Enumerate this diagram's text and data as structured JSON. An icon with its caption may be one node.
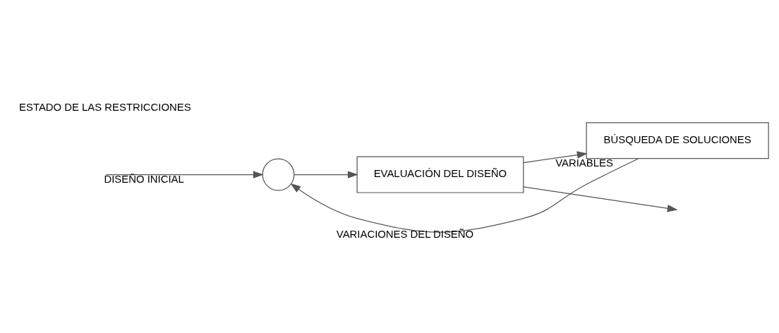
{
  "diagram": {
    "nodes": [
      {
        "text": [],
        "shape": "circle"
      },
      {
        "text": [
          "EVALUACIÓN DEL DISEÑO"
        ]
      },
      {
        "text": [
          "BÚSQUEDA DE SOLUCIONES"
        ]
      }
    ],
    "edges": [
      {
        "from": null,
        "to": 0,
        "arrow": "to",
        "label": "DISEÑO INICIAL"
      },
      {
        "from": 0,
        "to": 1,
        "arrow": "to"
      },
      {
        "from": 1,
        "to": null,
        "arrow": "to"
      },
      {
        "from": 1,
        "to": 2,
        "arrow": "to",
        "label": "VARIABLES"
      },
      {
        "from": 2,
        "to": 0,
        "arrow": "to",
        "label": "VARIACIONES DEL DISEÑO"
      }
    ],
    "labels": [
      "ESTADO DE LAS RESTRICCIONES"
    ]
  }
}
